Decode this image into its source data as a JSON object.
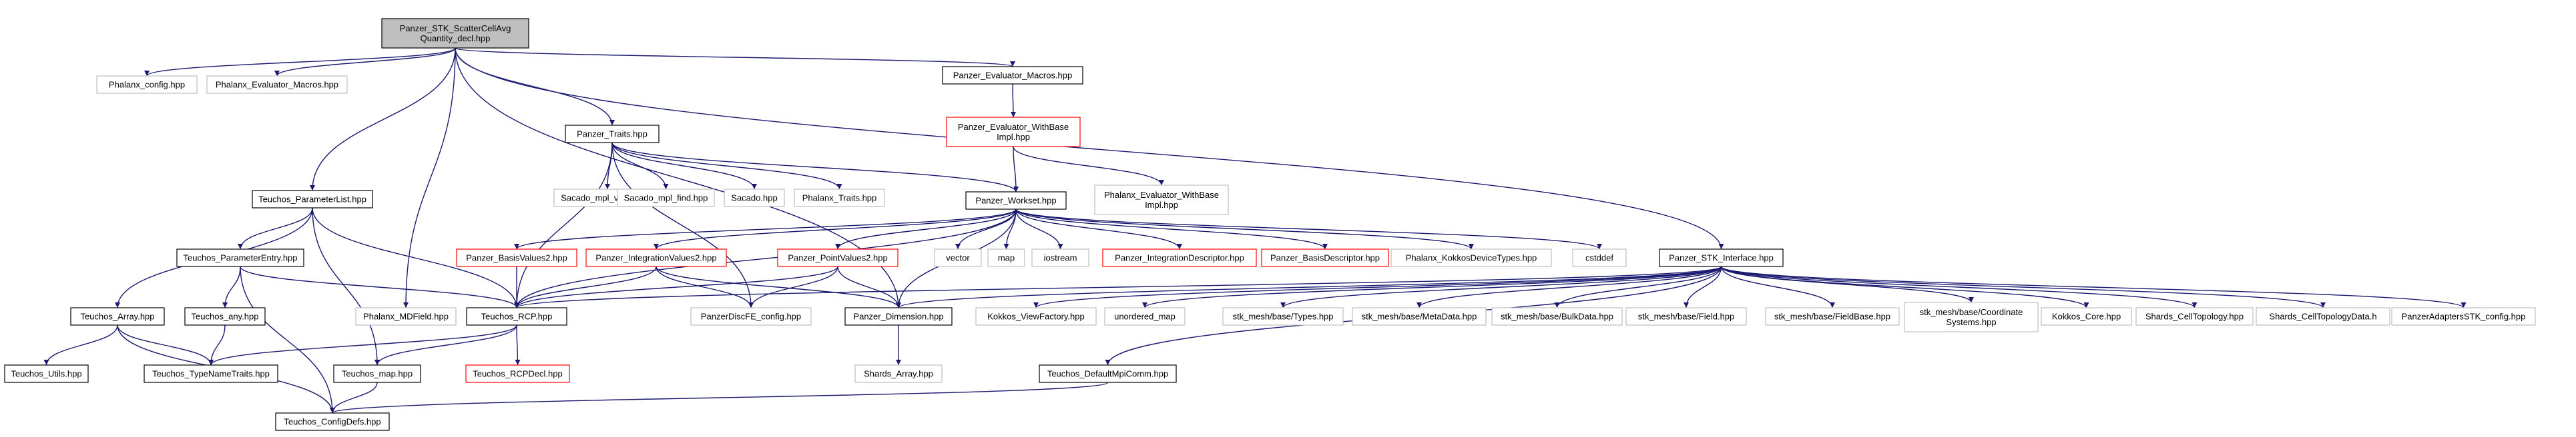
{
  "nodes": [
    {
      "id": "root",
      "lines": [
        "Panzer_STK_ScatterCellAvg",
        "Quantity_decl.hpp"
      ],
      "style": "focus"
    },
    {
      "id": "phalanx_config",
      "lines": [
        "Phalanx_config.hpp"
      ],
      "style": "external"
    },
    {
      "id": "phalanx_eval_macros",
      "lines": [
        "Phalanx_Evaluator_Macros.hpp"
      ],
      "style": "external"
    },
    {
      "id": "panzer_eval_macros",
      "lines": [
        "Panzer_Evaluator_Macros.hpp"
      ],
      "style": "normal"
    },
    {
      "id": "panzer_eval_withbase_impl",
      "lines": [
        "Panzer_Evaluator_WithBase",
        "Impl.hpp"
      ],
      "style": "missing"
    },
    {
      "id": "phalanx_eval_withbase_impl",
      "lines": [
        "Phalanx_Evaluator_WithBase",
        "Impl.hpp"
      ],
      "style": "external"
    },
    {
      "id": "panzer_traits",
      "lines": [
        "Panzer_Traits.hpp"
      ],
      "style": "normal"
    },
    {
      "id": "sacado_mpl_vector",
      "lines": [
        "Sacado_mpl_vector.hpp"
      ],
      "style": "external"
    },
    {
      "id": "sacado_mpl_find",
      "lines": [
        "Sacado_mpl_find.hpp"
      ],
      "style": "external"
    },
    {
      "id": "sacado",
      "lines": [
        "Sacado.hpp"
      ],
      "style": "external"
    },
    {
      "id": "phalanx_traits",
      "lines": [
        "Phalanx_Traits.hpp"
      ],
      "style": "external"
    },
    {
      "id": "panzer_workset",
      "lines": [
        "Panzer_Workset.hpp"
      ],
      "style": "normal"
    },
    {
      "id": "teuchos_parameterlist",
      "lines": [
        "Teuchos_ParameterList.hpp"
      ],
      "style": "normal"
    },
    {
      "id": "teuchos_parameterentry",
      "lines": [
        "Teuchos_ParameterEntry.hpp"
      ],
      "style": "normal"
    },
    {
      "id": "teuchos_array",
      "lines": [
        "Teuchos_Array.hpp"
      ],
      "style": "normal"
    },
    {
      "id": "teuchos_any",
      "lines": [
        "Teuchos_any.hpp"
      ],
      "style": "normal"
    },
    {
      "id": "teuchos_utils",
      "lines": [
        "Teuchos_Utils.hpp"
      ],
      "style": "normal"
    },
    {
      "id": "teuchos_typenametraits",
      "lines": [
        "Teuchos_TypeNameTraits.hpp"
      ],
      "style": "normal"
    },
    {
      "id": "teuchos_configdefs",
      "lines": [
        "Teuchos_ConfigDefs.hpp"
      ],
      "style": "normal"
    },
    {
      "id": "phalanx_mdfield",
      "lines": [
        "Phalanx_MDField.hpp"
      ],
      "style": "external"
    },
    {
      "id": "panzer_basisvalues2",
      "lines": [
        "Panzer_BasisValues2.hpp"
      ],
      "style": "missing"
    },
    {
      "id": "panzer_integrationvalues2",
      "lines": [
        "Panzer_IntegrationValues2.hpp"
      ],
      "style": "missing"
    },
    {
      "id": "teuchos_rcp",
      "lines": [
        "Teuchos_RCP.hpp"
      ],
      "style": "normal"
    },
    {
      "id": "teuchos_rcpdecl",
      "lines": [
        "Teuchos_RCPDecl.hpp"
      ],
      "style": "missing"
    },
    {
      "id": "teuchos_map",
      "lines": [
        "Teuchos_map.hpp"
      ],
      "style": "normal"
    },
    {
      "id": "panzer_pointvalues2",
      "lines": [
        "Panzer_PointValues2.hpp"
      ],
      "style": "missing"
    },
    {
      "id": "panzer_discfe_config",
      "lines": [
        "PanzerDiscFE_config.hpp"
      ],
      "style": "external"
    },
    {
      "id": "panzer_dimension",
      "lines": [
        "Panzer_Dimension.hpp"
      ],
      "style": "normal"
    },
    {
      "id": "shards_array",
      "lines": [
        "Shards_Array.hpp"
      ],
      "style": "external"
    },
    {
      "id": "vector",
      "lines": [
        "vector"
      ],
      "style": "external"
    },
    {
      "id": "map",
      "lines": [
        "map"
      ],
      "style": "external"
    },
    {
      "id": "iostream",
      "lines": [
        "iostream"
      ],
      "style": "external"
    },
    {
      "id": "panzer_integrationdescriptor",
      "lines": [
        "Panzer_IntegrationDescriptor.hpp"
      ],
      "style": "missing"
    },
    {
      "id": "panzer_basisdescriptor",
      "lines": [
        "Panzer_BasisDescriptor.hpp"
      ],
      "style": "missing"
    },
    {
      "id": "phalanx_kokkosdevicetypes",
      "lines": [
        "Phalanx_KokkosDeviceTypes.hpp"
      ],
      "style": "external"
    },
    {
      "id": "cstddef",
      "lines": [
        "cstddef"
      ],
      "style": "external"
    },
    {
      "id": "panzer_stk_interface",
      "lines": [
        "Panzer_STK_Interface.hpp"
      ],
      "style": "normal"
    },
    {
      "id": "kokkos_viewfactory",
      "lines": [
        "Kokkos_ViewFactory.hpp"
      ],
      "style": "external"
    },
    {
      "id": "unordered_map",
      "lines": [
        "unordered_map"
      ],
      "style": "external"
    },
    {
      "id": "stk_types",
      "lines": [
        "stk_mesh/base/Types.hpp"
      ],
      "style": "external"
    },
    {
      "id": "stk_metadata",
      "lines": [
        "stk_mesh/base/MetaData.hpp"
      ],
      "style": "external"
    },
    {
      "id": "stk_bulkdata",
      "lines": [
        "stk_mesh/base/BulkData.hpp"
      ],
      "style": "external"
    },
    {
      "id": "stk_field",
      "lines": [
        "stk_mesh/base/Field.hpp"
      ],
      "style": "external"
    },
    {
      "id": "stk_fieldbase",
      "lines": [
        "stk_mesh/base/FieldBase.hpp"
      ],
      "style": "external"
    },
    {
      "id": "stk_coordsys",
      "lines": [
        "stk_mesh/base/Coordinate",
        "Systems.hpp"
      ],
      "style": "external"
    },
    {
      "id": "kokkos_core",
      "lines": [
        "Kokkos_Core.hpp"
      ],
      "style": "external"
    },
    {
      "id": "shards_celltopology",
      "lines": [
        "Shards_CellTopology.hpp"
      ],
      "style": "external"
    },
    {
      "id": "shards_celltopologydata",
      "lines": [
        "Shards_CellTopologyData.h"
      ],
      "style": "external"
    },
    {
      "id": "panzer_adapters_stk_config",
      "lines": [
        "PanzerAdaptersSTK_config.hpp"
      ],
      "style": "external"
    },
    {
      "id": "teuchos_defaultmpicomm",
      "lines": [
        "Teuchos_DefaultMpiComm.hpp"
      ],
      "style": "normal"
    }
  ],
  "edges": [
    [
      "root",
      "phalanx_config"
    ],
    [
      "root",
      "phalanx_eval_macros"
    ],
    [
      "root",
      "panzer_eval_macros"
    ],
    [
      "root",
      "panzer_traits"
    ],
    [
      "root",
      "teuchos_parameterlist"
    ],
    [
      "root",
      "phalanx_mdfield"
    ],
    [
      "root",
      "panzer_dimension"
    ],
    [
      "root",
      "panzer_stk_interface"
    ],
    [
      "panzer_eval_macros",
      "panzer_eval_withbase_impl"
    ],
    [
      "panzer_eval_withbase_impl",
      "phalanx_eval_withbase_impl"
    ],
    [
      "panzer_eval_withbase_impl",
      "panzer_workset"
    ],
    [
      "panzer_traits",
      "sacado_mpl_vector"
    ],
    [
      "panzer_traits",
      "sacado_mpl_find"
    ],
    [
      "panzer_traits",
      "sacado"
    ],
    [
      "panzer_traits",
      "phalanx_traits"
    ],
    [
      "panzer_traits",
      "panzer_workset"
    ],
    [
      "panzer_traits",
      "teuchos_rcp"
    ],
    [
      "panzer_traits",
      "panzer_discfe_config"
    ],
    [
      "panzer_workset",
      "panzer_basisvalues2"
    ],
    [
      "panzer_workset",
      "panzer_integrationvalues2"
    ],
    [
      "panzer_workset",
      "panzer_pointvalues2"
    ],
    [
      "panzer_workset",
      "vector"
    ],
    [
      "panzer_workset",
      "map"
    ],
    [
      "panzer_workset",
      "iostream"
    ],
    [
      "panzer_workset",
      "panzer_integrationdescriptor"
    ],
    [
      "panzer_workset",
      "panzer_basisdescriptor"
    ],
    [
      "panzer_workset",
      "phalanx_kokkosdevicetypes"
    ],
    [
      "panzer_workset",
      "cstddef"
    ],
    [
      "panzer_workset",
      "teuchos_rcp"
    ],
    [
      "panzer_workset",
      "panzer_dimension"
    ],
    [
      "teuchos_parameterlist",
      "teuchos_parameterentry"
    ],
    [
      "teuchos_parameterlist",
      "teuchos_array"
    ],
    [
      "teuchos_parameterlist",
      "teuchos_rcp"
    ],
    [
      "teuchos_parameterlist",
      "teuchos_map"
    ],
    [
      "teuchos_parameterentry",
      "teuchos_any"
    ],
    [
      "teuchos_parameterentry",
      "teuchos_rcp"
    ],
    [
      "teuchos_parameterentry",
      "teuchos_configdefs"
    ],
    [
      "teuchos_array",
      "teuchos_utils"
    ],
    [
      "teuchos_array",
      "teuchos_typenametraits"
    ],
    [
      "teuchos_array",
      "teuchos_configdefs"
    ],
    [
      "teuchos_any",
      "teuchos_typenametraits"
    ],
    [
      "teuchos_rcp",
      "teuchos_typenametraits"
    ],
    [
      "teuchos_rcp",
      "teuchos_map"
    ],
    [
      "teuchos_rcp",
      "teuchos_rcpdecl"
    ],
    [
      "teuchos_map",
      "teuchos_configdefs"
    ],
    [
      "panzer_basisvalues2",
      "teuchos_rcp"
    ],
    [
      "panzer_integrationvalues2",
      "teuchos_rcp"
    ],
    [
      "panzer_integrationvalues2",
      "panzer_discfe_config"
    ],
    [
      "panzer_integrationvalues2",
      "panzer_dimension"
    ],
    [
      "panzer_pointvalues2",
      "teuchos_rcp"
    ],
    [
      "panzer_pointvalues2",
      "panzer_discfe_config"
    ],
    [
      "panzer_pointvalues2",
      "panzer_dimension"
    ],
    [
      "panzer_dimension",
      "shards_array"
    ],
    [
      "panzer_stk_interface",
      "teuchos_rcp"
    ],
    [
      "panzer_stk_interface",
      "panzer_dimension"
    ],
    [
      "panzer_stk_interface",
      "kokkos_viewfactory"
    ],
    [
      "panzer_stk_interface",
      "unordered_map"
    ],
    [
      "panzer_stk_interface",
      "stk_types"
    ],
    [
      "panzer_stk_interface",
      "stk_metadata"
    ],
    [
      "panzer_stk_interface",
      "stk_bulkdata"
    ],
    [
      "panzer_stk_interface",
      "stk_field"
    ],
    [
      "panzer_stk_interface",
      "stk_fieldbase"
    ],
    [
      "panzer_stk_interface",
      "stk_coordsys"
    ],
    [
      "panzer_stk_interface",
      "kokkos_core"
    ],
    [
      "panzer_stk_interface",
      "shards_celltopology"
    ],
    [
      "panzer_stk_interface",
      "shards_celltopologydata"
    ],
    [
      "panzer_stk_interface",
      "panzer_adapters_stk_config"
    ],
    [
      "panzer_stk_interface",
      "teuchos_defaultmpicomm"
    ],
    [
      "teuchos_defaultmpicomm",
      "teuchos_configdefs"
    ]
  ],
  "colors": {
    "edge": "#191970",
    "focus_fill": "#bfbfbf",
    "normal_border": "#000000",
    "missing_border": "#ff0000",
    "external_border": "#bfbfbf",
    "text": "#000000"
  }
}
